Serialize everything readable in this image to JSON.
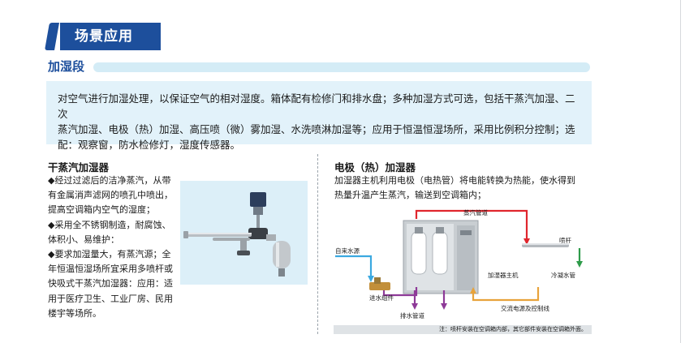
{
  "section": {
    "title": "场景应用"
  },
  "subsection": {
    "title": "加湿段"
  },
  "description": {
    "lines": [
      "对空气进行加湿处理，以保证空气的相对湿度。箱体配有检修门和排水盘；多种加湿方式可选，包括干蒸汽加湿、二次",
      "蒸汽加湿、电极（热）加湿、高压喷（微）雾加湿、水洗喷淋加湿等；应用于恒温恒湿场所，采用比例积分控制；选",
      "配：观察窗，防水检修灯，湿度传感器。"
    ]
  },
  "left": {
    "title": "干蒸汽加湿器",
    "lines": [
      "◆经过过滤后的洁净蒸汽，从带",
      "有金属消声滤网的喷孔中喷出，",
      "提高空调箱内空气的湿度；",
      "◆采用全不锈钢制造，耐腐蚀、",
      "体积小、易维护：",
      "◆要求加湿量大，有蒸汽源；全",
      "年恒温恒湿场所宜采用多喷杆或",
      "快吸式干蒸汽加湿器：应用：适",
      "用于医疗卫生、工业厂房、民用",
      "楼宇等场所。"
    ]
  },
  "right": {
    "title": "电极（热）加湿器",
    "lines": [
      "加湿器主机利用电极（电热管）将电能转换为热能，使水得到",
      "热量升温产生蒸汽，输送到空调箱内；"
    ],
    "diagram": {
      "steam_pipe": "蒸汽管道",
      "nozzle": "喷杆",
      "tap_water": "自来水源",
      "host": "加湿器主机",
      "condensate_pipe": "冷凝水管",
      "inlet_valve": "进水组件",
      "drain_pipe": "排水管道",
      "power_control": "交流电源及控制线",
      "note": "注：喷杆安装在空调箱内部，其它部件安装在空调箱外面。"
    },
    "colors": {
      "steam": "#e0262d",
      "water": "#3ba9e0",
      "drain": "#8e3a98",
      "condensate": "#2e9b4a",
      "power": "#e8a33b"
    }
  },
  "colors": {
    "brand": "#1d4f9c",
    "panel": "#e2f2fa"
  }
}
